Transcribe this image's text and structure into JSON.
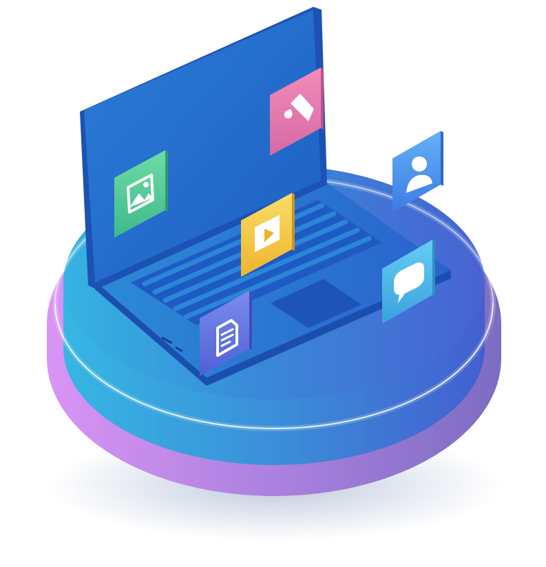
{
  "illustration": {
    "colors": {
      "background": "#ffffff",
      "base_top_left": "#2fa9dc",
      "base_top_right": "#3f67d4",
      "base_band": "#2f86d2",
      "platform_left": "#d48ff2",
      "platform_right": "#8a72c8",
      "laptop_body": "#2a73d0",
      "laptop_edge": "#1c4fb0",
      "screen": "#2070cc",
      "keyboard": "#1f5ec6",
      "touchpad": "#1e57b9",
      "ring": "#ffffff"
    },
    "tiles": [
      {
        "name": "image-tile",
        "icon": "image-icon",
        "color": "#5fd39a",
        "color2": "#3fb98a"
      },
      {
        "name": "brush-tile",
        "icon": "paint-brush-icon",
        "color": "#ef80b2",
        "color2": "#d86aa8"
      },
      {
        "name": "video-tile",
        "icon": "play-icon",
        "color": "#f7d35c",
        "color2": "#eab530"
      },
      {
        "name": "user-tile",
        "icon": "user-icon",
        "color": "#5aa7f3",
        "color2": "#3b7fe6"
      },
      {
        "name": "chat-tile",
        "icon": "chat-bubble-icon",
        "color": "#58c2ef",
        "color2": "#3aa6e0"
      },
      {
        "name": "document-tile",
        "icon": "document-icon",
        "color": "#6b7fe6",
        "color2": "#4f60d6"
      }
    ]
  }
}
